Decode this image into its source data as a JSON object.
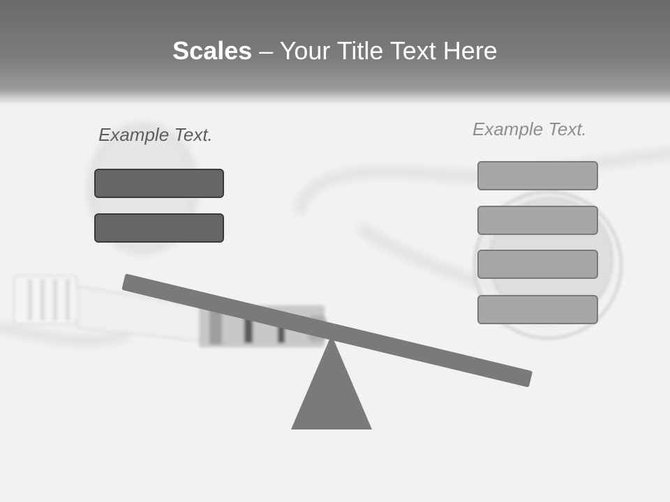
{
  "slide": {
    "title_bold": "Scales",
    "title_rest": " – Your Title Text Here",
    "left_label": "Example Text.",
    "right_label": "Example Text.",
    "left_boxes": 2,
    "right_boxes": 4,
    "tilt": "right side lower",
    "colors": {
      "header": "#7c7c7c",
      "left_box": "#666666",
      "right_box": "#a6a6a6",
      "scale": "#7a7a7a"
    }
  }
}
